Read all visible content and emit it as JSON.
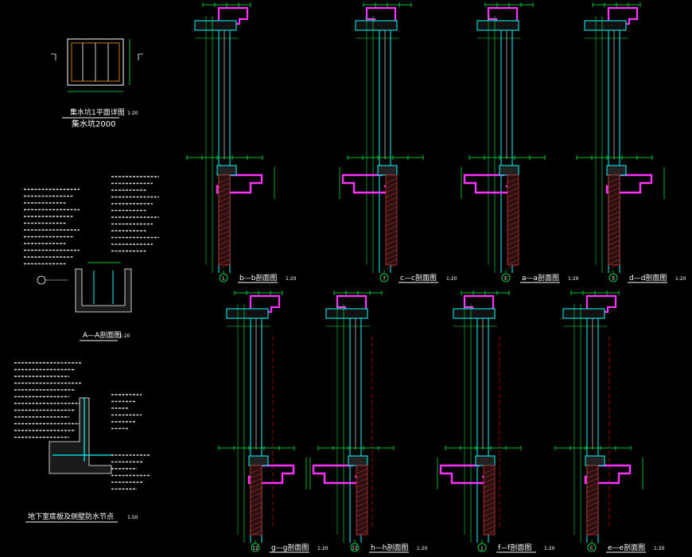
{
  "colors": {
    "background": "#000000",
    "line": "#ffffff",
    "dimension": "#00ff44",
    "wall": "#00ffff",
    "coping": "#ff33ff",
    "hatch": "#cc3333",
    "axis_line": "#ff0000"
  },
  "left_column": {
    "pit_plan_title": "集水坑1平面详图",
    "pit_plan_scale": "1:20",
    "pit_plan_subtitle": "集水坑2000",
    "section_aa_title": "A—A剖面图",
    "section_aa_scale": "1:20",
    "basement_detail_title": "地下室底板及侧壁防水节点",
    "basement_detail_scale": "1:50"
  },
  "sections_top": [
    {
      "title": "b—b剖面图",
      "scale": "1:20",
      "axis": "L"
    },
    {
      "title": "c—c剖面图",
      "scale": "1:20",
      "axis": "7"
    },
    {
      "title": "a—a剖面图",
      "scale": "1:20",
      "axis": "E"
    },
    {
      "title": "d—d剖面图",
      "scale": "1:20",
      "axis": "S"
    }
  ],
  "sections_bottom": [
    {
      "title": "g—g剖面图",
      "scale": "1:20",
      "axis": "12"
    },
    {
      "title": "h—h剖面图",
      "scale": "1:20",
      "axis": "12"
    },
    {
      "title": "f—f剖面图",
      "scale": "1:20",
      "axis": "J"
    },
    {
      "title": "e—e剖面图",
      "scale": "1:20",
      "axis": "C"
    }
  ]
}
